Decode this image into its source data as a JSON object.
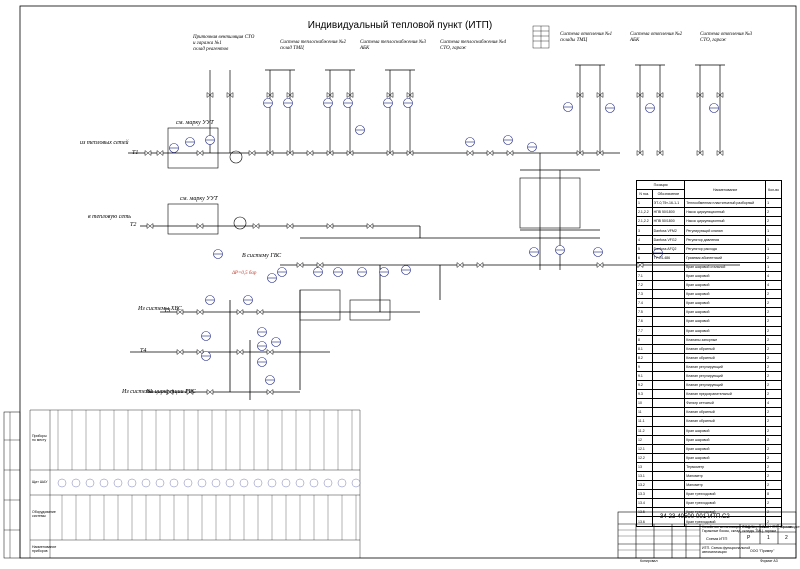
{
  "title": "Индивидуальный тепловой пункт (ИТП)",
  "labels": {
    "top_1": "Приточная вентиляция СТО\nи гаража №1\nсклад реагентов",
    "top_2": "Система теплоснабжения №2\nсклад ТМЦ",
    "top_3": "Система теплоснабжения №3\nАБК",
    "top_4": "Система теплоснабжения №4\nСТО, гараж",
    "heat_1": "Система отопления №1\nсклады ТМЦ",
    "heat_2": "Система отопления №2\nАБК",
    "heat_3": "Система отопления №3\nСТО, гараж",
    "from_network": "из тепловых сетей",
    "to_network": "в тепловую сеть",
    "to_gvs": "В систему ГВС",
    "from_hvs": "Из системы ХВС",
    "from_circ": "Из системы циркуляции ГВС",
    "uut_1": "см. марку УУТ",
    "uut_2": "см. марку УУТ",
    "dp": "ΔP=0,5 бар",
    "t1": "T1",
    "t2": "T2",
    "t3": "T3",
    "t4": "T4",
    "v1": "B1"
  },
  "spec_table": {
    "headers": [
      "Позиция",
      "Наименование",
      "Кол-во"
    ],
    "subheader": [
      "N поз.",
      "Обозначение"
    ],
    "rows": [
      [
        "1",
        "ЭТ-0,75т-16-1-1",
        "Теплообменник пластинчатый разборный",
        "1"
      ],
      [
        "2.1,2.2",
        "НПВ 50/1800",
        "Насос циркуляционный",
        "2"
      ],
      [
        "2.1,2.2",
        "НПВ 50/1800",
        "Насос циркуляционный",
        "2"
      ],
      [
        "3",
        "Danfoss VFM2",
        "Регулирующий клапан",
        "1"
      ],
      [
        "4",
        "Danfoss VFG2",
        "Регулятор давления",
        "1"
      ],
      [
        "5",
        "Danfoss AFQ2",
        "Регулятор расхода",
        "1"
      ],
      [
        "6",
        "ТУ-24-486",
        "Грязевик абонентский",
        "2"
      ],
      [
        "7",
        "",
        "Кран шаровой стальной",
        "1"
      ],
      [
        "7.1",
        "",
        "Кран шаровой",
        "4"
      ],
      [
        "7.2",
        "",
        "Кран шаровой",
        "4"
      ],
      [
        "7.3",
        "",
        "Кран шаровой",
        "2"
      ],
      [
        "7.4",
        "",
        "Кран шаровой",
        "2"
      ],
      [
        "7.5",
        "",
        "Кран шаровой",
        "2"
      ],
      [
        "7.6",
        "",
        "Кран шаровой",
        "2"
      ],
      [
        "7.7",
        "",
        "Кран шаровой",
        "2"
      ],
      [
        "8",
        "",
        "Клапаны запорные",
        "2"
      ],
      [
        "8.1",
        "",
        "Клапан обратный",
        "2"
      ],
      [
        "8.2",
        "",
        "Клапан обратный",
        "2"
      ],
      [
        "9",
        "",
        "Клапан регулирующий",
        "2"
      ],
      [
        "9.1",
        "",
        "Клапан регулирующий",
        "2"
      ],
      [
        "9.2",
        "",
        "Клапан регулирующий",
        "2"
      ],
      [
        "9.3",
        "",
        "Клапан предохранительный",
        "2"
      ],
      [
        "10",
        "",
        "Фильтр сетчатый",
        "4"
      ],
      [
        "11",
        "",
        "Клапан обратный",
        "2"
      ],
      [
        "11.1",
        "",
        "Клапан обратный",
        "2"
      ],
      [
        "11.2",
        "",
        "Кран шаровой",
        "2"
      ],
      [
        "12",
        "",
        "Кран шаровой",
        "2"
      ],
      [
        "12.1",
        "",
        "Кран шаровой",
        "2"
      ],
      [
        "12.2",
        "",
        "Кран шаровой",
        "2"
      ],
      [
        "13",
        "",
        "Термометр",
        "2"
      ],
      [
        "13.1",
        "",
        "Манометр",
        "2"
      ],
      [
        "13.2",
        "",
        "Манометр",
        "2"
      ],
      [
        "13.3",
        "",
        "Кран трехходовой",
        "8"
      ],
      [
        "13.4",
        "",
        "Кран трехходовой",
        "2"
      ],
      [
        "13.5",
        "",
        "Кран трехходовой",
        "2"
      ],
      [
        "13.6",
        "",
        "Кран трехходовой",
        "2"
      ]
    ]
  },
  "stamp": {
    "doc_number": "34-23-40500-001-ИТП.С2",
    "project": "Хозяйство механизации ООО \"Кировский НПЗ\", Производственная база,\nГаражные боксы, склад, склады ТМЦ, гаражи",
    "sheet_title": "Схема ИТП",
    "sheet_name": "ИТП. Схема функциональной\nавтоматизации",
    "company": "ООО \"Пример\"",
    "stage_label": "Стадия",
    "sheet_label": "Лист",
    "sheets_label": "Листов",
    "stage": "Р",
    "sheet": "1",
    "sheets": "2",
    "format": "Формат А3",
    "copied": "Копировал"
  },
  "bottom_rows": [
    "Приборы по месту",
    "Щит ШАУ",
    "Оборудование\nсистемы",
    "Наименование\nприборов"
  ],
  "instruments_top": [
    "PI",
    "TI",
    "PI",
    "TI",
    "PI",
    "TI",
    "PI",
    "TI",
    "PI",
    "TI",
    "PI",
    "TI",
    "PI",
    "TI",
    "PI",
    "TI",
    "PI",
    "TI",
    "PI",
    "TI",
    "PI"
  ],
  "right_instruments": [
    "PI",
    "PI",
    "TI",
    "PE",
    "TE",
    "TI",
    "PI"
  ]
}
